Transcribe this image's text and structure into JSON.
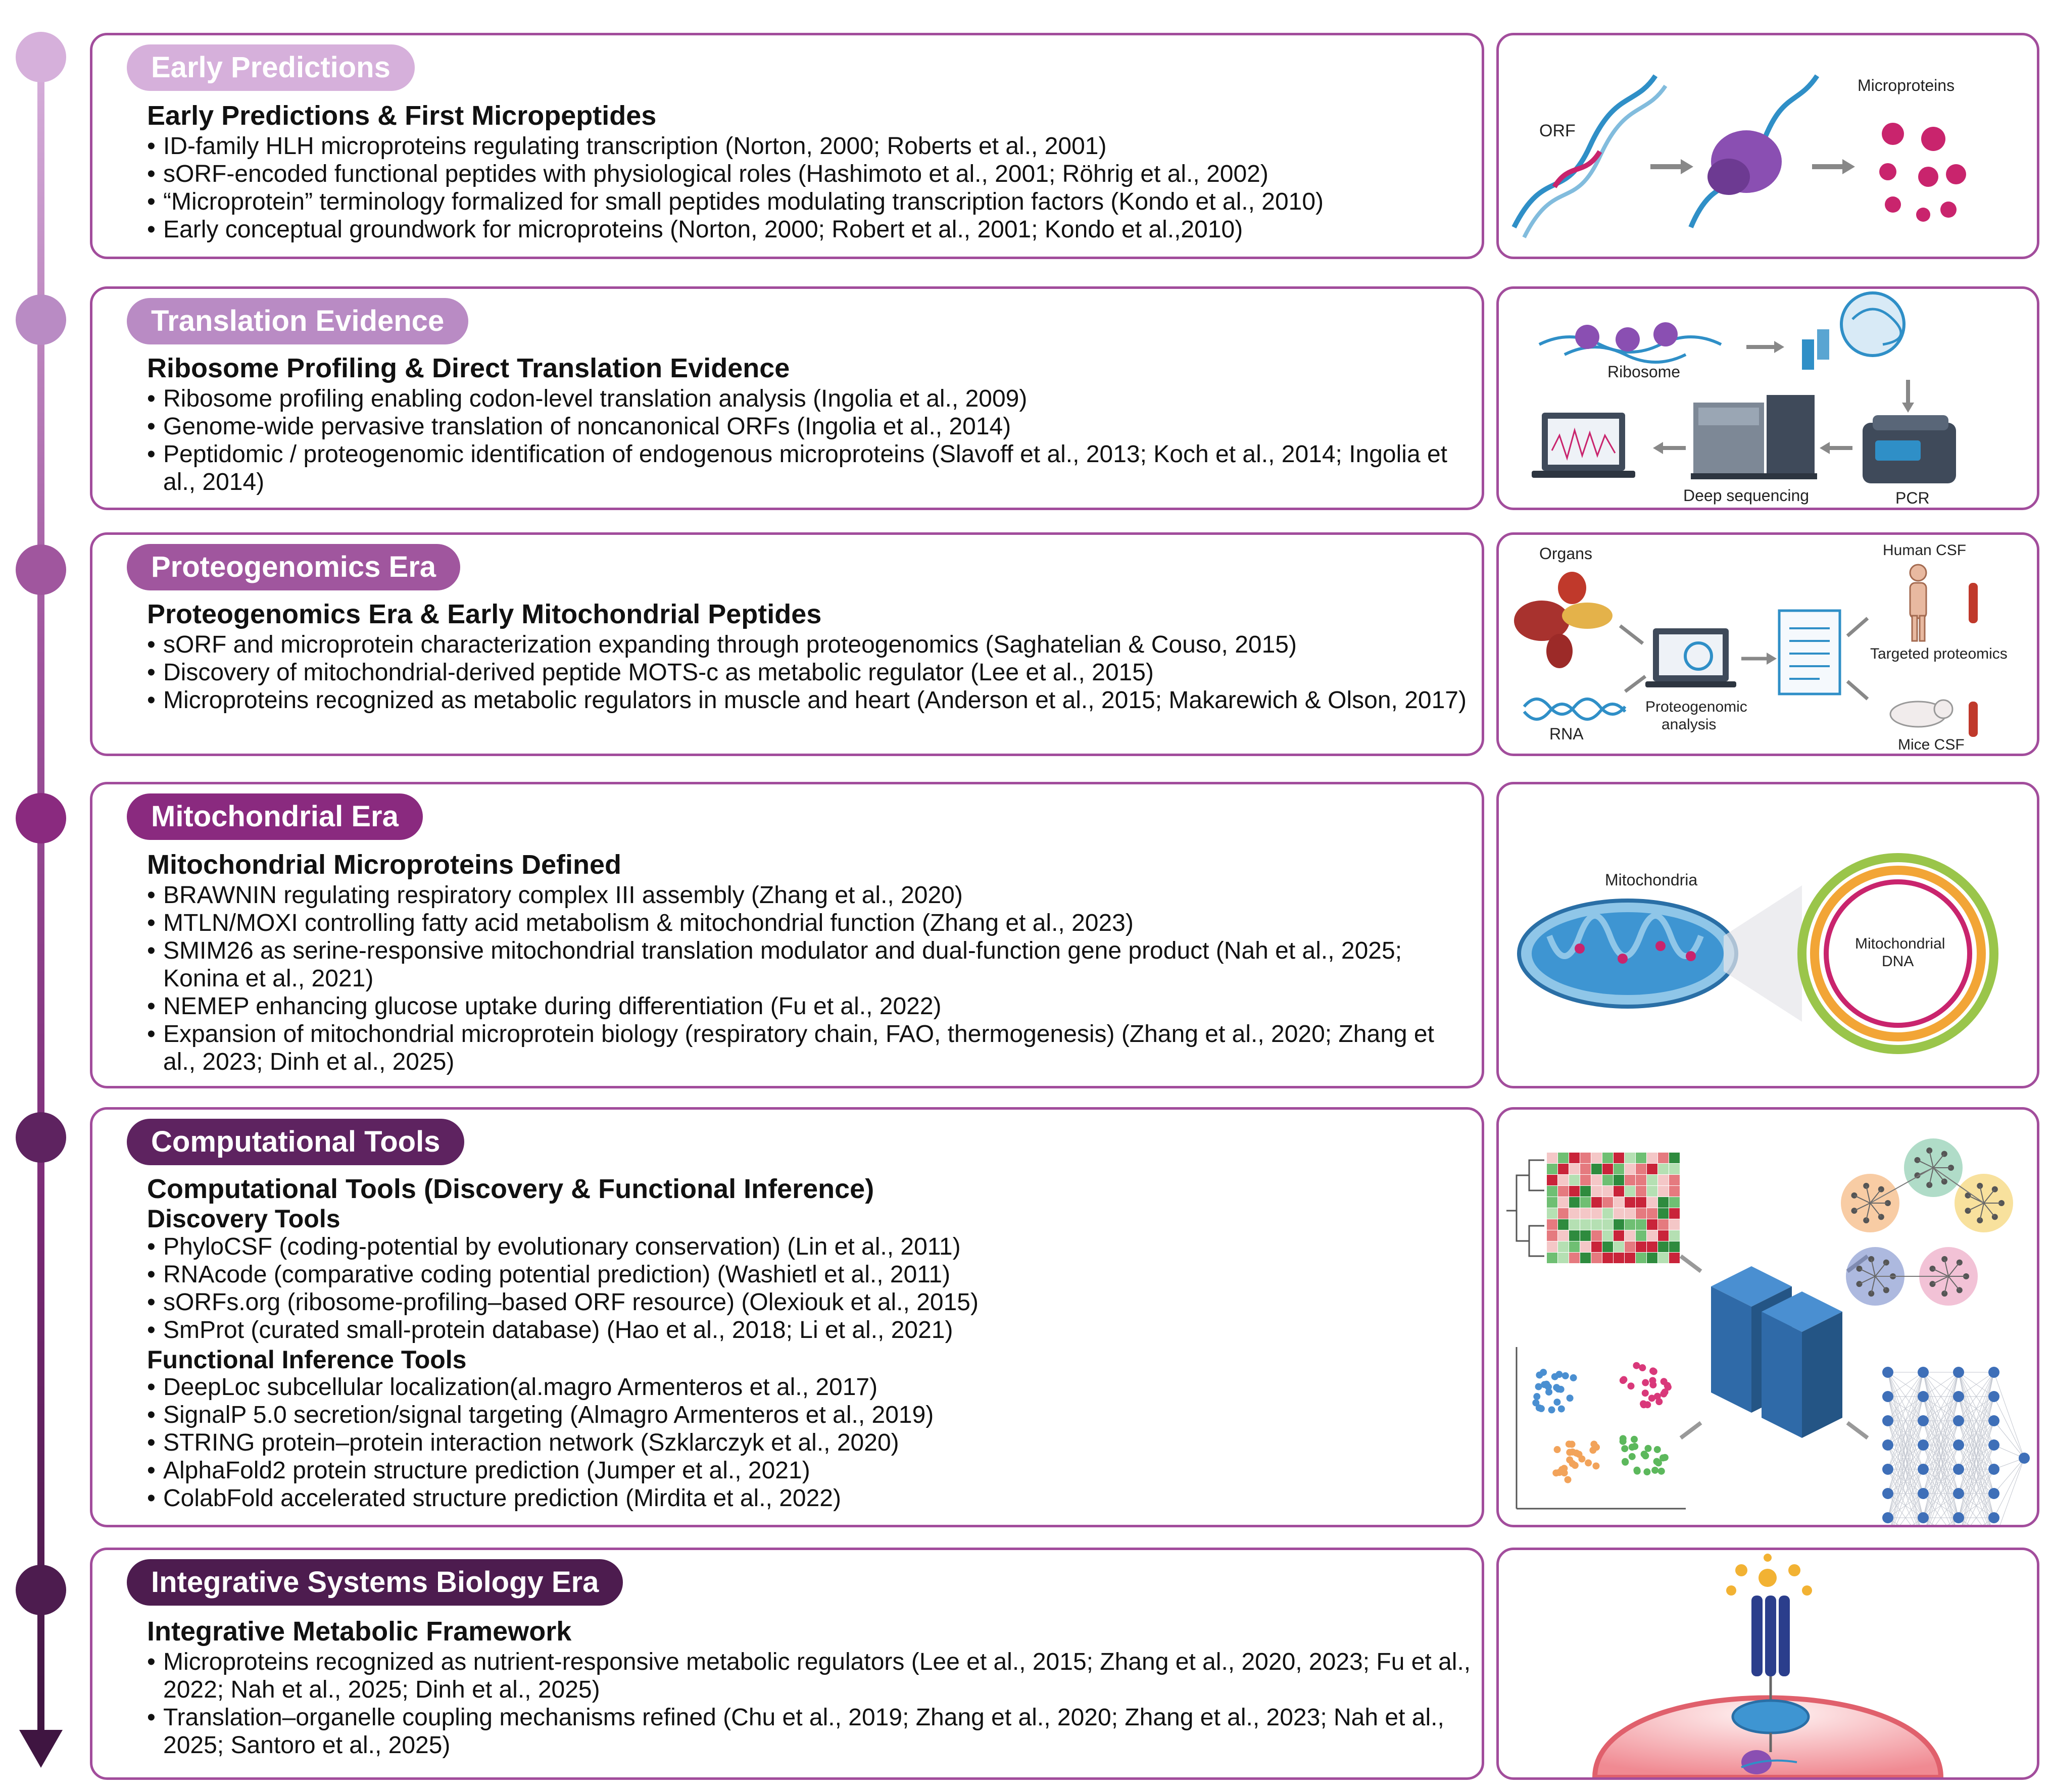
{
  "eras": [
    {
      "pill": "Early Predictions",
      "heading": "Early Predictions & First Micropeptides",
      "items": [
        "ID-family HLH microproteins regulating transcription (Norton, 2000; Roberts et al., 2001)",
        "sORF-encoded functional peptides with physiological roles (Hashimoto et al., 2001; Röhrig et al., 2002)",
        "“Microprotein” terminology formalized for small peptides modulating transcription factors (Kondo et al., 2010)",
        "Early conceptual groundwork for microproteins (Norton, 2000; Robert et al., 2001; Kondo et al.,2010)"
      ],
      "illustration": {
        "labels": {
          "orf": "ORF",
          "microproteins": "Microproteins"
        }
      }
    },
    {
      "pill": "Translation Evidence",
      "heading": "Ribosome Profiling & Direct Translation Evidence",
      "items": [
        "Ribosome profiling enabling codon-level translation analysis  (Ingolia et al., 2009)",
        "Genome-wide pervasive translation of noncanonical ORFs  (Ingolia et al., 2014)",
        "Peptidomic / proteogenomic identification of endogenous microproteins  (Slavoff et al., 2013; Koch et al., 2014; Ingolia et al., 2014)"
      ],
      "illustration": {
        "labels": {
          "ribosome": "Ribosome",
          "deep_sequencing": "Deep sequencing",
          "pcr": "PCR"
        }
      }
    },
    {
      "pill": "Proteogenomics Era",
      "heading": "Proteogenomics Era & Early Mitochondrial Peptides",
      "items": [
        "sORF and microprotein characterization expanding through proteogenomics (Saghatelian & Couso, 2015)",
        "Discovery of mitochondrial-derived peptide MOTS-c as metabolic regulator  (Lee et al., 2015)",
        "Microproteins recognized as metabolic regulators in muscle and heart  (Anderson et al., 2015; Makarewich & Olson, 2017)"
      ],
      "illustration": {
        "labels": {
          "organs": "Organs",
          "rna": "RNA",
          "proteogenomic_1": "Proteogenomic",
          "proteogenomic_2": "analysis",
          "human_csf": "Human CSF",
          "targeted": "Targeted proteomics",
          "mice_csf": "Mice CSF"
        }
      }
    },
    {
      "pill": "Mitochondrial Era",
      "heading": "Mitochondrial Microproteins Defined",
      "items": [
        "BRAWNIN regulating respiratory complex III assembly  (Zhang et al., 2020)",
        "MTLN/MOXI controlling fatty acid metabolism & mitochondrial function (Zhang et al., 2023)",
        "SMIM26 as serine-responsive mitochondrial translation modulator and dual-function gene product  (Nah et al., 2025; Konina et al., 2021)",
        "NEMEP enhancing glucose uptake during differentiation (Fu et al., 2022)",
        "Expansion of mitochondrial microprotein biology (respiratory chain, FAO, thermogenesis)  (Zhang et al., 2020; Zhang et al., 2023; Dinh et al., 2025)"
      ],
      "illustration": {
        "labels": {
          "mitochondria": "Mitochondria",
          "mtdna_1": "Mitochondrial",
          "mtdna_2": "DNA"
        }
      }
    },
    {
      "pill": "Computational Tools",
      "heading": "Computational Tools (Discovery & Functional Inference)",
      "groups": [
        {
          "title": "Discovery Tools",
          "items": [
            "PhyloCSF (coding-potential by evolutionary conservation) (Lin et al., 2011)",
            "RNAcode (comparative coding potential prediction) (Washietl et al., 2011)",
            "sORFs.org (ribosome-profiling–based ORF resource) (Olexiouk et al., 2015)",
            "SmProt (curated small-protein database) (Hao et al., 2018; Li et al., 2021)"
          ]
        },
        {
          "title": "Functional Inference Tools",
          "items": [
            "DeepLoc subcellular localization(al.magro Armenteros et al., 2017)",
            "SignalP 5.0 secretion/signal targeting (Almagro Armenteros et al., 2019)",
            "STRING protein–protein interaction network (Szklarczyk et al., 2020)",
            "AlphaFold2 protein structure prediction (Jumper et al., 2021)",
            "ColabFold accelerated structure prediction (Mirdita et al., 2022)"
          ]
        }
      ]
    },
    {
      "pill": "Integrative Systems Biology Era",
      "heading": "Integrative Metabolic Framework",
      "items": [
        "Microproteins recognized as nutrient-responsive metabolic regulators (Lee et al., 2015; Zhang et al., 2020, 2023; Fu et al., 2022; Nah et al., 2025; Dinh et al., 2025)",
        "Translation–organelle coupling mechanisms refined (Chu et al., 2019; Zhang et al., 2020; Zhang et al., 2023; Nah et al., 2025; Santoro et al., 2025)"
      ]
    }
  ],
  "colors": {
    "border": "#a24d9c",
    "era1": "#d6b0db",
    "era2": "#b98bc4",
    "era3": "#a0569e",
    "era4": "#8a2a7f",
    "era5": "#5e2360",
    "era6": "#4d1c4f",
    "magenta": "#c9246d",
    "teal": "#2f8fc7",
    "purple_ribosome": "#8a4fb2"
  }
}
